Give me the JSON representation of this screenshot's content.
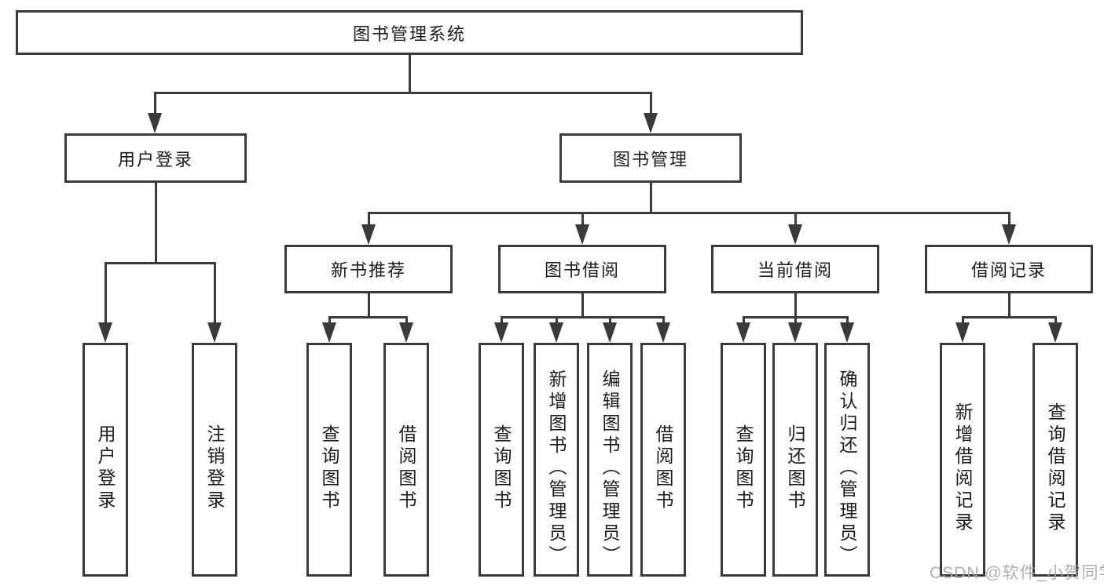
{
  "diagram_title": "图书管理系统",
  "nodes": {
    "root": "图书管理系统",
    "l2": [
      "用户登录",
      "图书管理"
    ],
    "l3": [
      "新书推荐",
      "图书借阅",
      "当前借阅",
      "借阅记录"
    ],
    "leaves": {
      "user_login": [
        "用户登录",
        "注销登录"
      ],
      "new_books": [
        "查询图书",
        "借阅图书"
      ],
      "book_borrow": [
        "查询图书",
        "新增图书（管理员）",
        "编辑图书（管理员）",
        "借阅图书"
      ],
      "current_borrow": [
        "查询图书",
        "归还图书",
        "确认归还（管理员）"
      ],
      "borrow_records": [
        "新增借阅记录",
        "查询借阅记录"
      ]
    }
  },
  "watermark": "CSDN @软件_小贺同学",
  "colors": {
    "line": "#3a3a3a",
    "box_background": "#ffffff",
    "text": "#1c1c1c",
    "watermark": "#a8a8a8"
  }
}
